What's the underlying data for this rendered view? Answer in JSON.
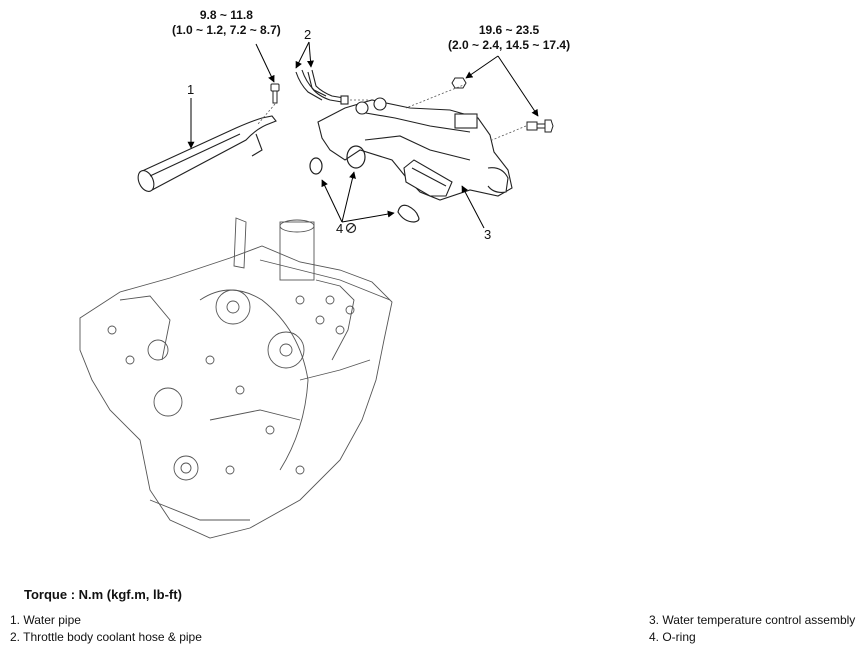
{
  "torque_callouts": [
    {
      "value": "9.8 ~ 11.8",
      "sub": "(1.0 ~ 1.2, 7.2 ~ 8.7)"
    },
    {
      "value": "19.6 ~ 23.5",
      "sub": "(2.0 ~ 2.4, 14.5 ~ 17.4)"
    }
  ],
  "part_numbers": [
    "1",
    "2",
    "3",
    "4"
  ],
  "torque_title": "Torque : N.m (kgf.m, lb-ft)",
  "legend": {
    "left": [
      "1. Water pipe",
      "2. Throttle body coolant hose & pipe"
    ],
    "right": [
      "3. Water temperature control assembly",
      "4. O-ring"
    ]
  }
}
